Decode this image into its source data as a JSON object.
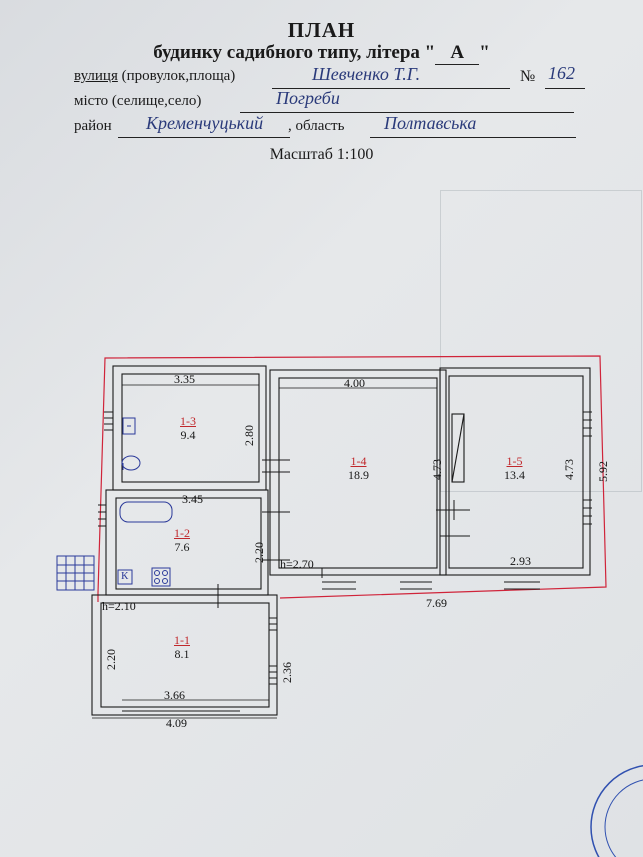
{
  "header": {
    "title": "ПЛАН",
    "subtitle_prefix": "будинку садибного типу, літера \"",
    "subtitle_letter": "А",
    "subtitle_suffix": "\""
  },
  "address": {
    "street_label_underlined": "вулиця",
    "street_label_rest": "(провулок,площа)",
    "street_value": "Шевченко Т.Г.",
    "number_label": "№",
    "number_value": "162",
    "city_label": "місто (селище,село)",
    "city_value": "Погреби",
    "district_label": "район",
    "district_value": "Кременчуцький",
    "region_label": ", область",
    "region_value": "Полтавська"
  },
  "scale": "Масштаб  1:100",
  "rooms": [
    {
      "code": "1-3",
      "area": "9.4"
    },
    {
      "code": "1-4",
      "area": "18.9"
    },
    {
      "code": "1-5",
      "area": "13.4"
    },
    {
      "code": "1-2",
      "area": "7.6"
    },
    {
      "code": "1-1",
      "area": "8.1"
    }
  ],
  "dimensions": {
    "d_335": "3.35",
    "d_400": "4.00",
    "d_280": "2.80",
    "d_473a": "4.73",
    "d_473b": "4.73",
    "d_592": "5.92",
    "d_345": "3.45",
    "d_220a": "2.20",
    "d_293": "2.93",
    "d_769": "7.69",
    "d_220b": "2.20",
    "d_236": "2.36",
    "d_366": "3.66",
    "d_409": "4.09"
  },
  "heights": {
    "h_main": "h=2.70",
    "h_low": "h=2.10"
  },
  "fixtures": {
    "kitchen_mark": "К"
  },
  "colors": {
    "outline_red": "#d0243a",
    "ink": "#1a1a1a",
    "handwriting": "#2a3a7a",
    "grid_blue": "#2b3a9a"
  }
}
